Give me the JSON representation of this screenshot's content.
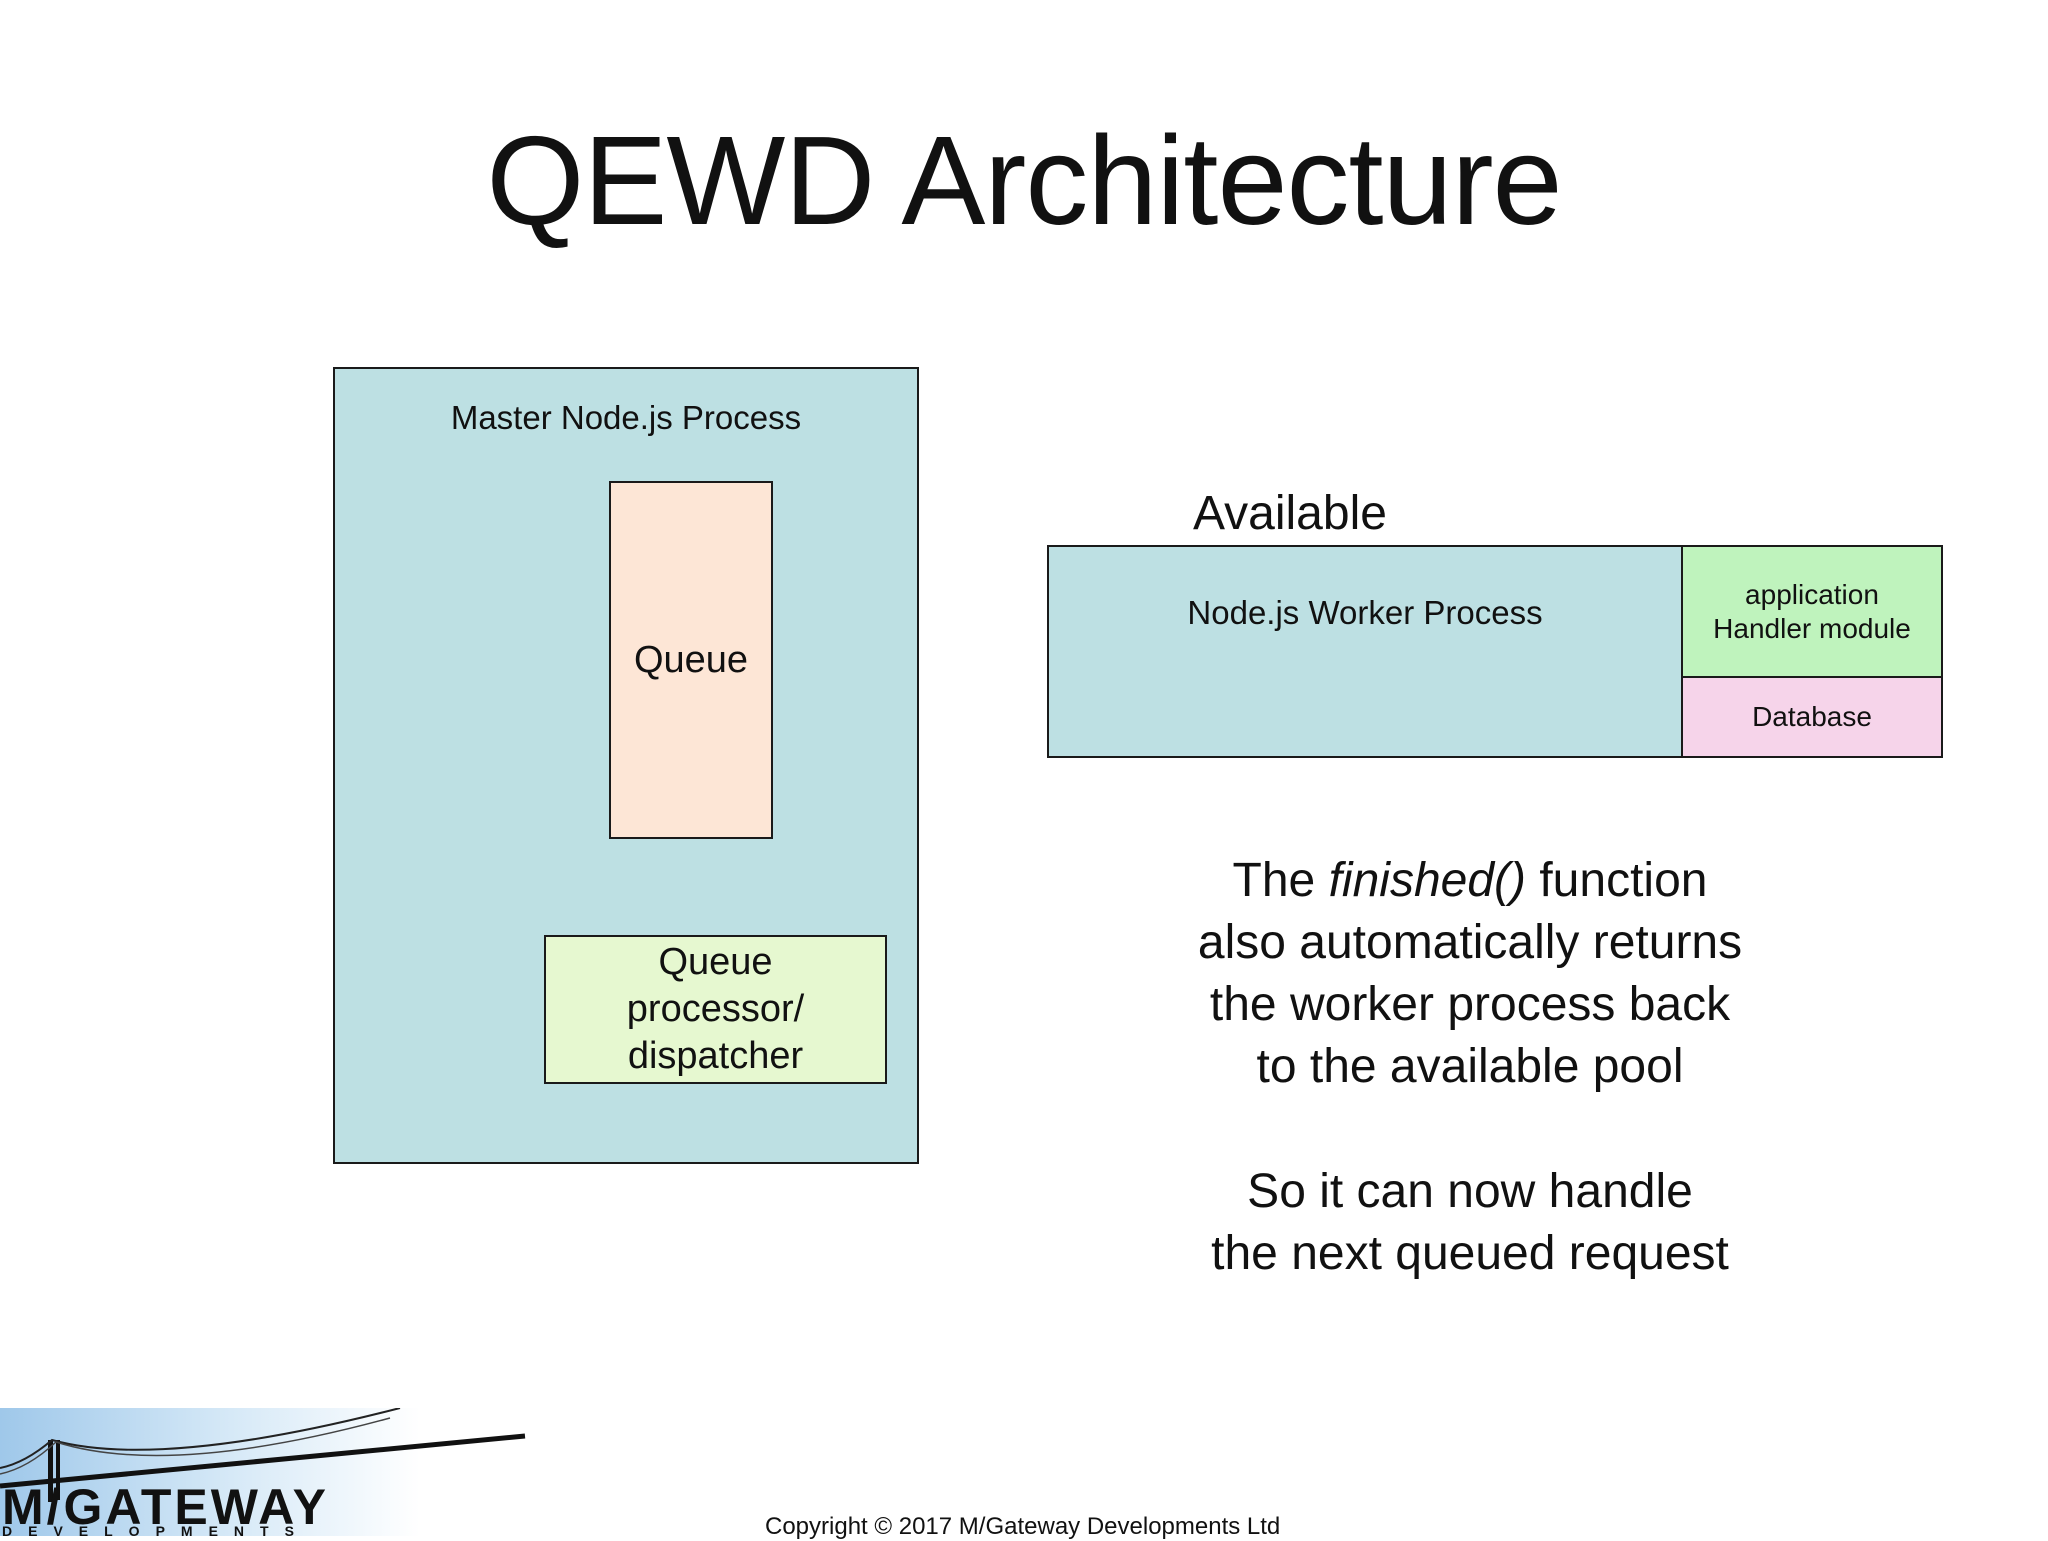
{
  "slide": {
    "title": "QEWD Architecture"
  },
  "master": {
    "label": "Master Node.js Process",
    "queue_label": "Queue",
    "dispatcher_lines": [
      "Queue",
      "processor/",
      "dispatcher"
    ]
  },
  "worker": {
    "status_label": "Available",
    "label": "Node.js Worker Process",
    "handler_lines": [
      "application",
      "Handler module"
    ],
    "database_label": "Database"
  },
  "description": {
    "line1_prefix": "The ",
    "line1_italic": "finished()",
    "line1_suffix": " function",
    "line2": "also automatically returns",
    "line3": "the worker process back",
    "line4": "to the available pool",
    "line5": "So it can now handle",
    "line6": "the next queued request"
  },
  "footer": {
    "copyright": "Copyright © 2017 M/Gateway Developments Ltd",
    "logo_name": "M/GATEWAY",
    "logo_sub": "DEVELOPMENTS"
  },
  "colors": {
    "process_blue": "#bde0e3",
    "queue_peach": "#fde6d6",
    "dispatcher_green": "#e6f8d0",
    "handler_green": "#bff3bd",
    "database_pink": "#f6d4ea"
  }
}
